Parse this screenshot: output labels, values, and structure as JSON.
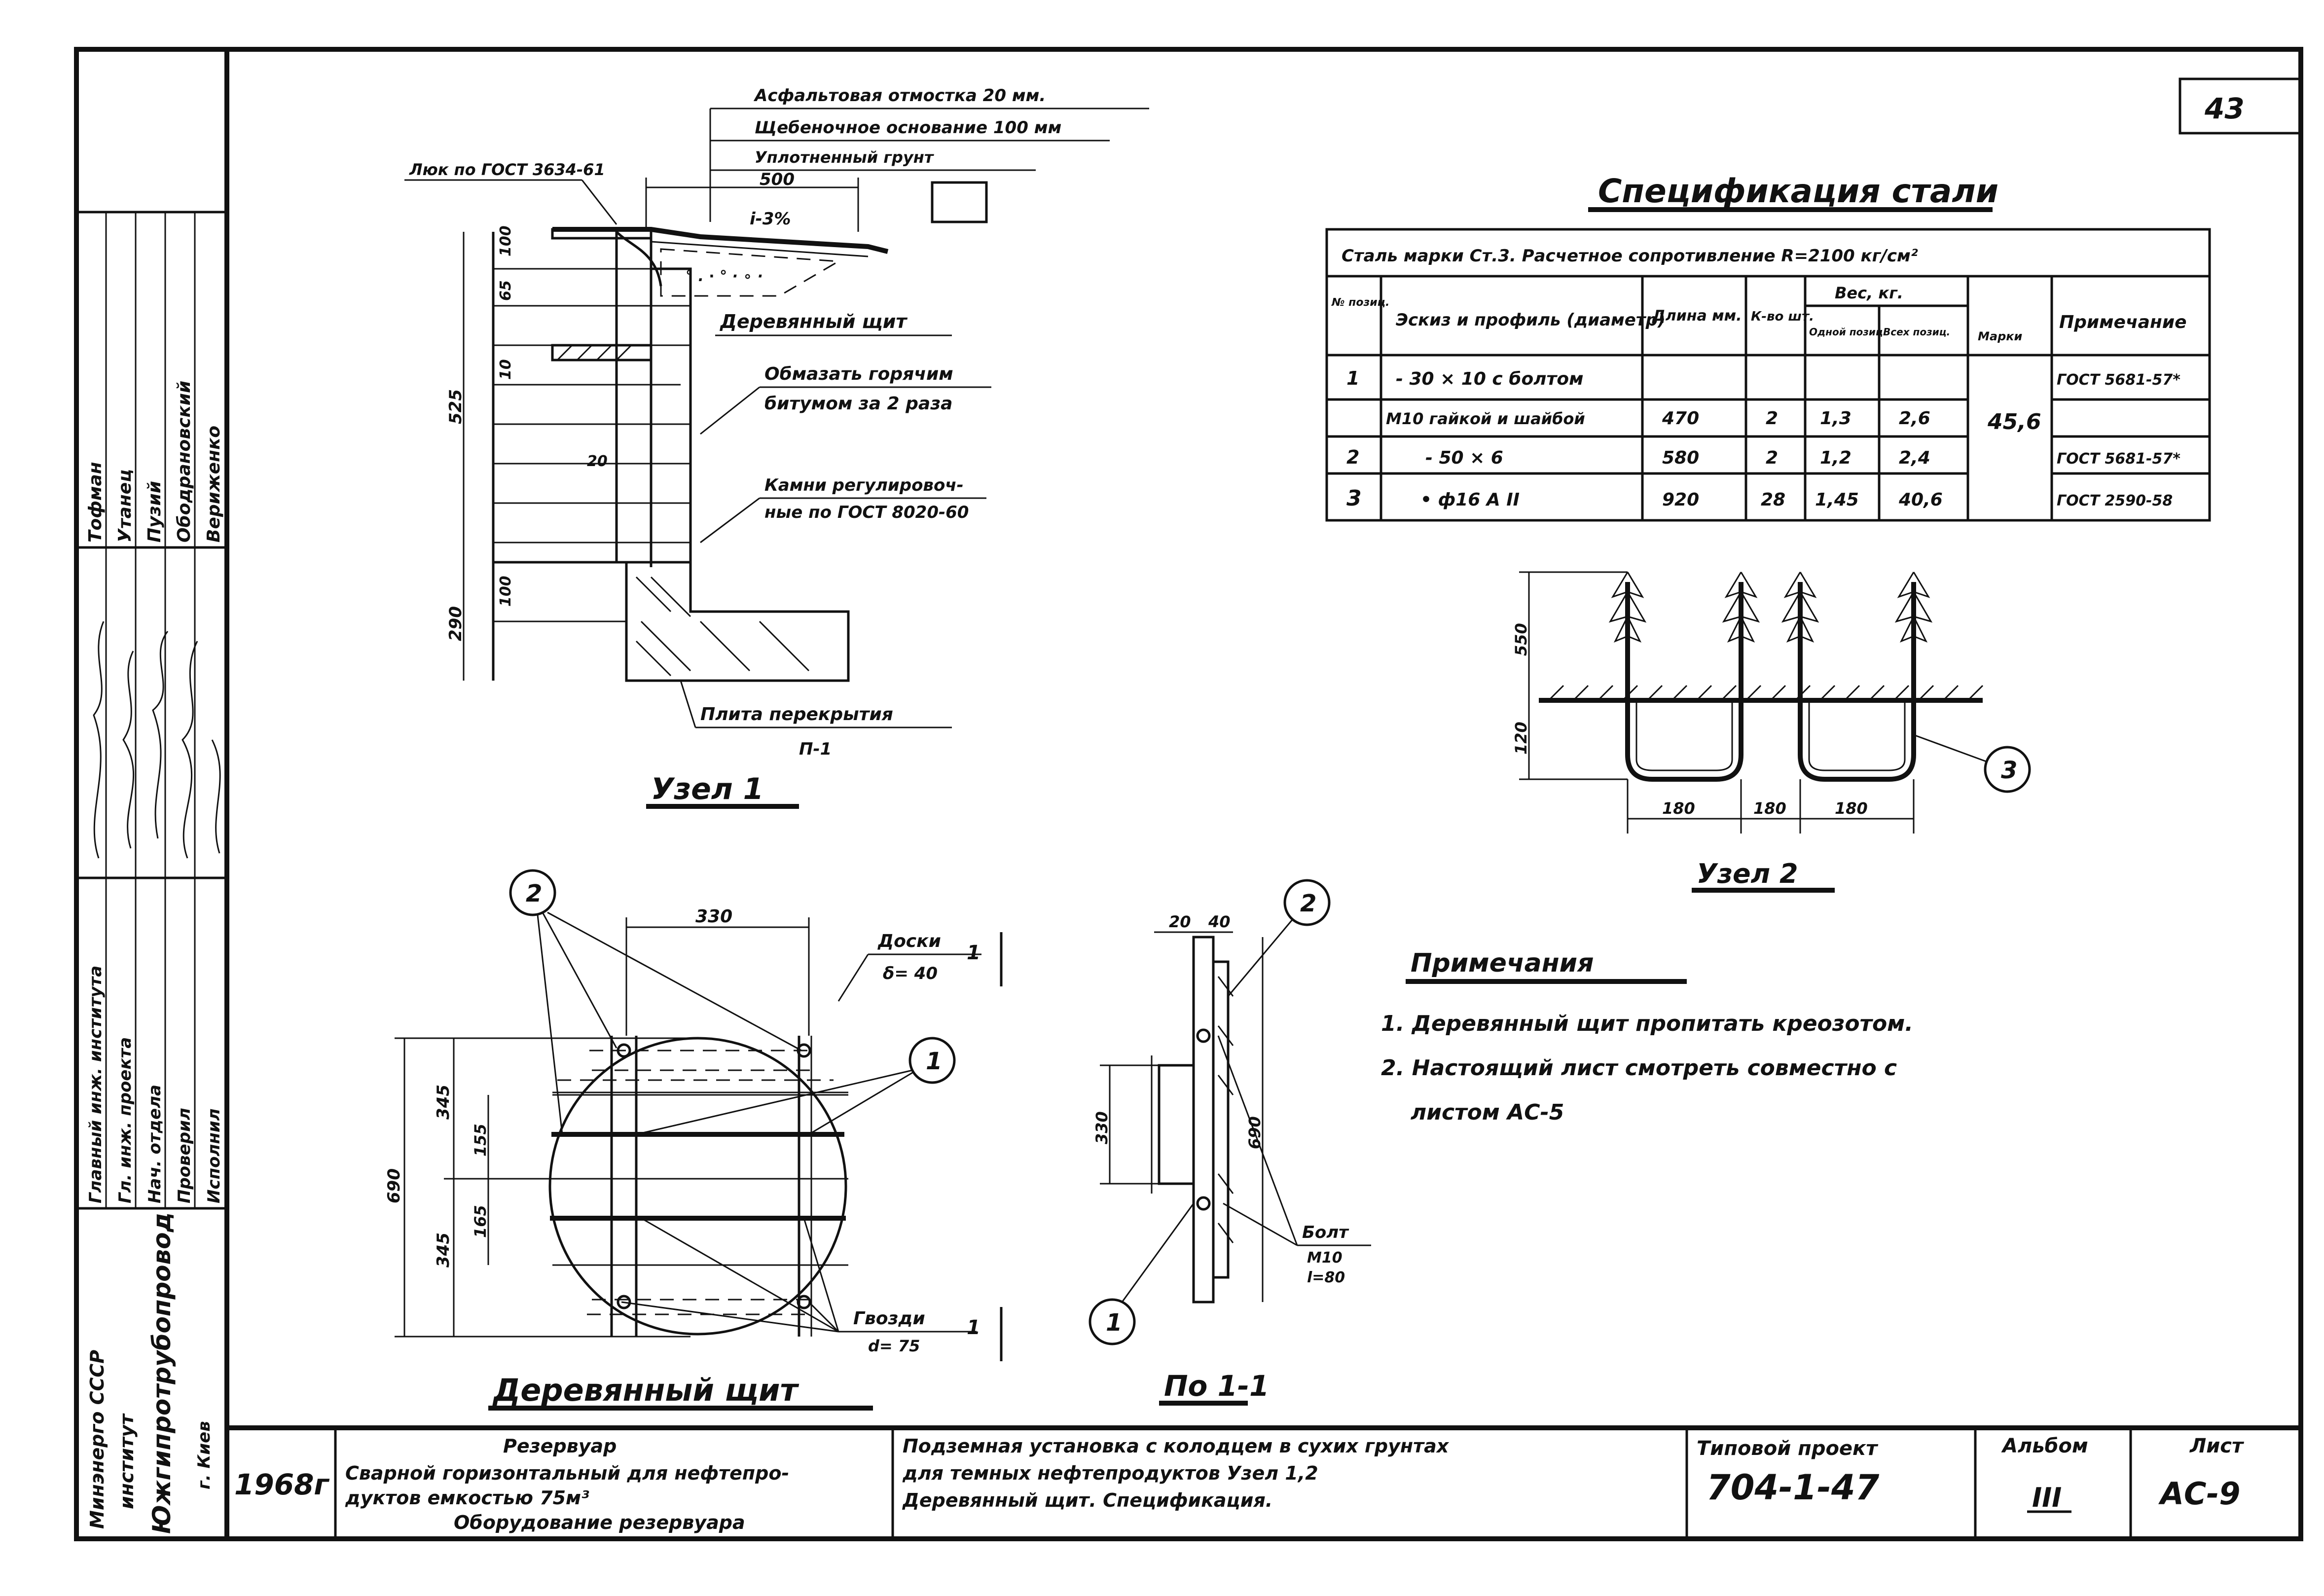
{
  "sheet_number": "43",
  "side_block": {
    "roles": [
      "Главный инж. института",
      "Гл. инж. проекта",
      "Нач. отдела",
      "Проверил",
      "Исполнил"
    ],
    "names": [
      "Тофман",
      "Утанец",
      "Пузий",
      "Ободрановский",
      "Вериженко"
    ],
    "org": [
      "Минэнерго СССР",
      "институт",
      "Южгипротрубопровод",
      "г. Киев"
    ]
  },
  "node1": {
    "title": "Узел 1",
    "labels": {
      "asphalt": "Асфальтовая отмостка 20 мм.",
      "crushed": "Щебеночное основание 100 мм",
      "soil": "Уплотненный грунт",
      "w500": "500",
      "gost": "Люк по ГОСТ 3634-61",
      "slope": "i-3%",
      "wooden_shield": "Деревянный щит",
      "bitumen1": "Обмазать горячим",
      "bitumen2": "битумом за 2 раза",
      "stones1": "Камни регулировоч-",
      "stones2": "ные по ГОСТ 8020-60",
      "slab": "Плита перекрытия",
      "slab_mark": "П-1"
    },
    "dims": {
      "h525": "525",
      "h290": "290",
      "s100": "100",
      "s65": "65",
      "s10": "10",
      "s100b": "100",
      "s20": "20"
    }
  },
  "spec": {
    "title": "Спецификация стали",
    "header_note": "Сталь марки Ст.3. Расчетное сопротивление R=2100 кг/см²",
    "col_pos": "№ позиц.",
    "col_sketch": "Эскиз и профиль (диаметр)",
    "col_length": "Длина мм.",
    "col_qty": "К-во шт.",
    "col_weight": "Вес, кг.",
    "col_one": "Одной позиц.",
    "col_all": "Всех позиц.",
    "col_mark": "Марки",
    "col_note": "Примечание",
    "rows": [
      {
        "pos": "1",
        "profile": "- 30 × 10 с болтом",
        "length": "",
        "qty": "",
        "one": "",
        "all": "",
        "note": "ГОСТ 5681-57*"
      },
      {
        "pos": "",
        "profile": "M10 гайкой и шайбой",
        "length": "470",
        "qty": "2",
        "one": "1,3",
        "all": "2,6",
        "note": ""
      },
      {
        "pos": "2",
        "profile": "- 50 × 6",
        "length": "580",
        "qty": "2",
        "one": "1,2",
        "all": "2,4",
        "note": "ГОСТ 5681-57*"
      },
      {
        "pos": "3",
        "profile": "• ф16 А II",
        "length": "920",
        "qty": "28",
        "one": "1,45",
        "all": "40,6",
        "note": "ГОСТ 2590-58"
      }
    ],
    "mark_total": "45,6"
  },
  "node2": {
    "title": "Узел 2",
    "dims": {
      "h550": "550",
      "h120": "120",
      "d180a": "180",
      "d180b": "180",
      "d180c": "180"
    },
    "callout": "3"
  },
  "notes": {
    "title": "Примечания",
    "items": [
      "1. Деревянный щит пропитать креозотом.",
      "2. Настоящий лист смотреть совместно с",
      "листом АС-5"
    ]
  },
  "shield": {
    "title": "Деревянный щит",
    "dims": {
      "w330": "330",
      "h690": "690",
      "a345": "345",
      "b155": "155",
      "c165": "165",
      "d345": "345"
    },
    "boards": "Доски",
    "boards_thk": "δ= 40",
    "nails": "Гвозди",
    "nails_len": "d= 75",
    "section_mark": "1",
    "callout1": "1",
    "callout2": "2"
  },
  "section": {
    "title": "По 1-1",
    "dims": {
      "d20": "20",
      "d40": "40",
      "h330": "330",
      "h690": "690"
    },
    "bolt": "Болт",
    "bolt_size": "M10",
    "bolt_len": "l=80",
    "callout1": "1",
    "callout2": "2"
  },
  "titleblock": {
    "year": "1968г",
    "obj1": "Резервуар",
    "obj2": "Сварной горизонтальный для нефтепро-",
    "obj3": "дуктов емкостью 75м³",
    "obj4": "Оборудование резервуара",
    "desc1": "Подземная установка с колодцем в сухих грунтах",
    "desc2": "для темных нефтепродуктов Узел 1,2",
    "desc3": "Деревянный щит. Спецификация.",
    "project_label": "Типовой проект",
    "project_no": "704-1-47",
    "album_label": "Альбом",
    "album_no": "III",
    "sheet_label": "Лист",
    "sheet_no": "АС-9"
  }
}
